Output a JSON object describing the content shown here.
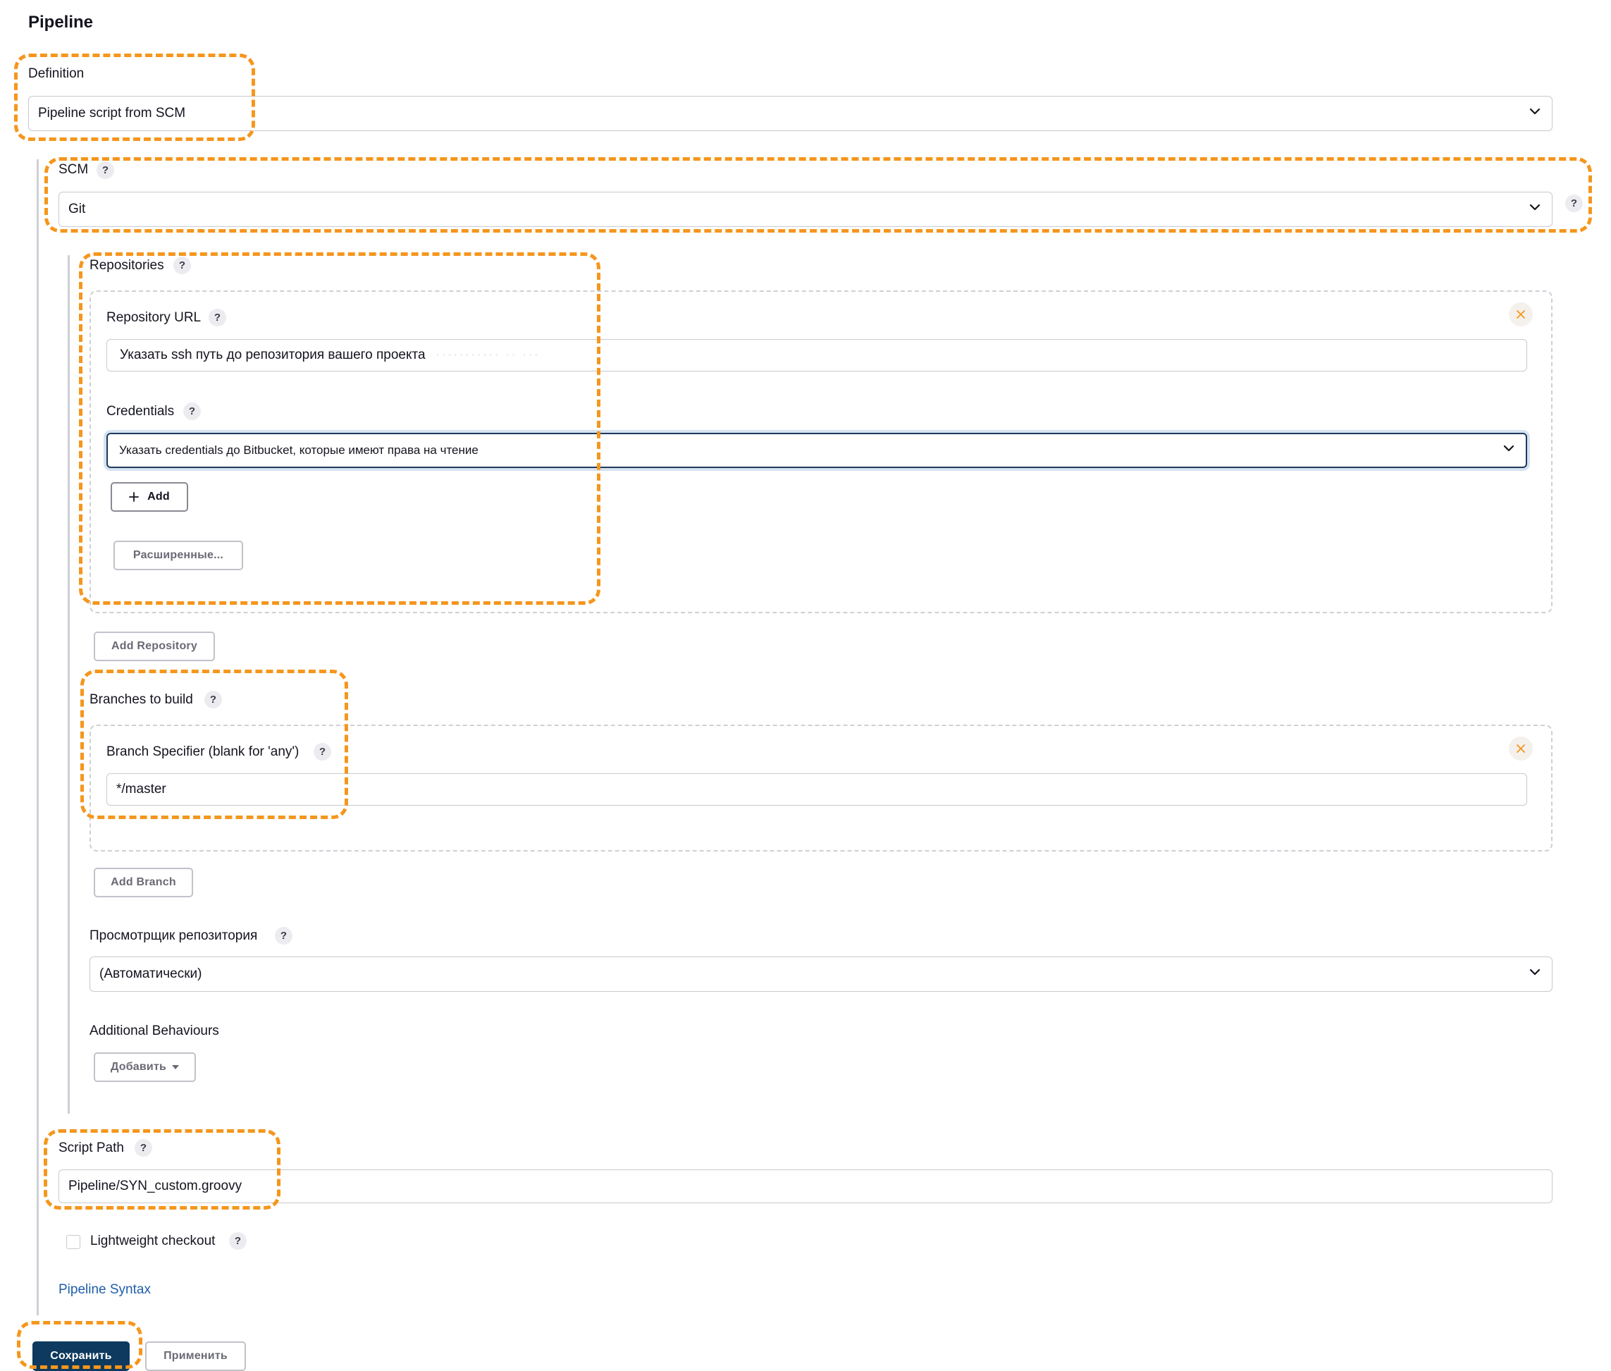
{
  "section_title": "Pipeline",
  "definition": {
    "label": "Definition",
    "value": "Pipeline script from SCM"
  },
  "scm": {
    "label": "SCM",
    "help": "?",
    "value": "Git"
  },
  "repositories": {
    "label": "Repositories",
    "help": "?",
    "repo_url": {
      "label": "Repository URL",
      "help": "?",
      "value": "Указать ssh путь до репозитория вашего проекта"
    },
    "credentials": {
      "label": "Credentials",
      "help": "?",
      "value": "Указать credentials до Bitbucket, которые имеют права на чтение"
    },
    "add_label": "Add",
    "advanced_label": "Расширенные...",
    "add_repository_label": "Add Repository"
  },
  "branches": {
    "label": "Branches to build",
    "help": "?",
    "specifier_label": "Branch Specifier (blank for 'any')",
    "specifier_help": "?",
    "specifier_value": "*/master",
    "add_branch_label": "Add Branch"
  },
  "repo_browser": {
    "label": "Просмотрщик репозитория",
    "help": "?",
    "value": "(Автоматически)"
  },
  "additional_behaviours": {
    "label": "Additional Behaviours",
    "add_label": "Добавить"
  },
  "script_path": {
    "label": "Script Path",
    "help": "?",
    "value": "Pipeline/SYN_custom.groovy"
  },
  "lightweight_checkout": {
    "label": "Lightweight checkout",
    "help": "?",
    "checked": false
  },
  "pipeline_syntax_link": "Pipeline Syntax",
  "footer": {
    "save_label": "Сохранить",
    "apply_label": "Применить"
  },
  "colors": {
    "highlight": "#f5961d",
    "primary": "#0d3a5e",
    "link": "#1f5ea8"
  },
  "icons": [
    "chevron-down-icon",
    "help-icon",
    "close-icon",
    "plus-icon",
    "caret-down-icon"
  ]
}
